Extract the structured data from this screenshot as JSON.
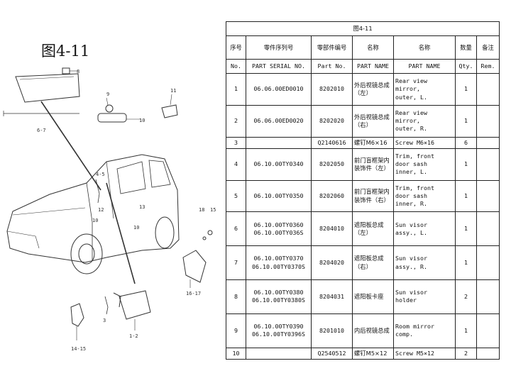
{
  "figure_label": "图4-11",
  "table": {
    "caption": "图4-11",
    "headers_cn": [
      "序号",
      "零件序列号",
      "零部件编号",
      "名称",
      "名称",
      "数量",
      "备注"
    ],
    "headers_en": [
      "No.",
      "PART SERIAL NO.",
      "Part No.",
      "PART NAME",
      "PART NAME",
      "Qty.",
      "Rem."
    ],
    "rows": [
      {
        "no": "1",
        "serial": "06.06.00ED0010",
        "part": "8202010",
        "cn": "外后视镜总成（左）",
        "en": "Rear view\nmirror,\nouter, L.",
        "qty": "1",
        "rem": ""
      },
      {
        "no": "2",
        "serial": "06.06.00ED0020",
        "part": "8202020",
        "cn": "外后视镜总成（右）",
        "en": "Rear view\nmirror,\nouter, R.",
        "qty": "1",
        "rem": ""
      },
      {
        "no": "3",
        "serial": "",
        "part": "Q2140616",
        "cn": "螺钉M6×16",
        "en": "Screw M6×16",
        "qty": "6",
        "rem": ""
      },
      {
        "no": "4",
        "serial": "06.10.00TY0340",
        "part": "8202050",
        "cn": "前门盲框架内装饰件（左）",
        "en": "Trim, front\ndoor sash\ninner, L.",
        "qty": "1",
        "rem": ""
      },
      {
        "no": "5",
        "serial": "06.10.00TY0350",
        "part": "8202060",
        "cn": "前门盲框架内装饰件（右）",
        "en": "Trim, front\ndoor sash\ninner, R.",
        "qty": "1",
        "rem": ""
      },
      {
        "no": "6",
        "serial": "06.10.00TY0360\n06.10.00TY036S",
        "part": "8204010",
        "cn": "遮阳板总成（左）",
        "en": "Sun visor\nassy., L.",
        "qty": "1",
        "rem": ""
      },
      {
        "no": "7",
        "serial": "06.10.00TY0370\n06.10.00TY0370S",
        "part": "8204020",
        "cn": "遮阳板总成（右）",
        "en": "Sun visor\nassy., R.",
        "qty": "1",
        "rem": ""
      },
      {
        "no": "8",
        "serial": "06.10.00TY0380\n06.10.00TY0380S",
        "part": "8204031",
        "cn": "遮阳板卡座",
        "en": "Sun visor\nholder",
        "qty": "2",
        "rem": ""
      },
      {
        "no": "9",
        "serial": "06.10.00TY0390\n06.10.00TY0396S",
        "part": "8201010",
        "cn": "内后视镜总成",
        "en": "Room mirror\ncomp.",
        "qty": "1",
        "rem": ""
      },
      {
        "no": "10",
        "serial": "",
        "part": "Q2540512",
        "cn": "螺钉M5×12",
        "en": "Screw M5×12",
        "qty": "2",
        "rem": ""
      }
    ]
  },
  "diagram_labels": [
    "8",
    "9",
    "11",
    "10",
    "6-7",
    "4-5",
    "12",
    "10",
    "13",
    "10",
    "18",
    "15",
    "16-17",
    "3",
    "1-2",
    "14-15"
  ]
}
